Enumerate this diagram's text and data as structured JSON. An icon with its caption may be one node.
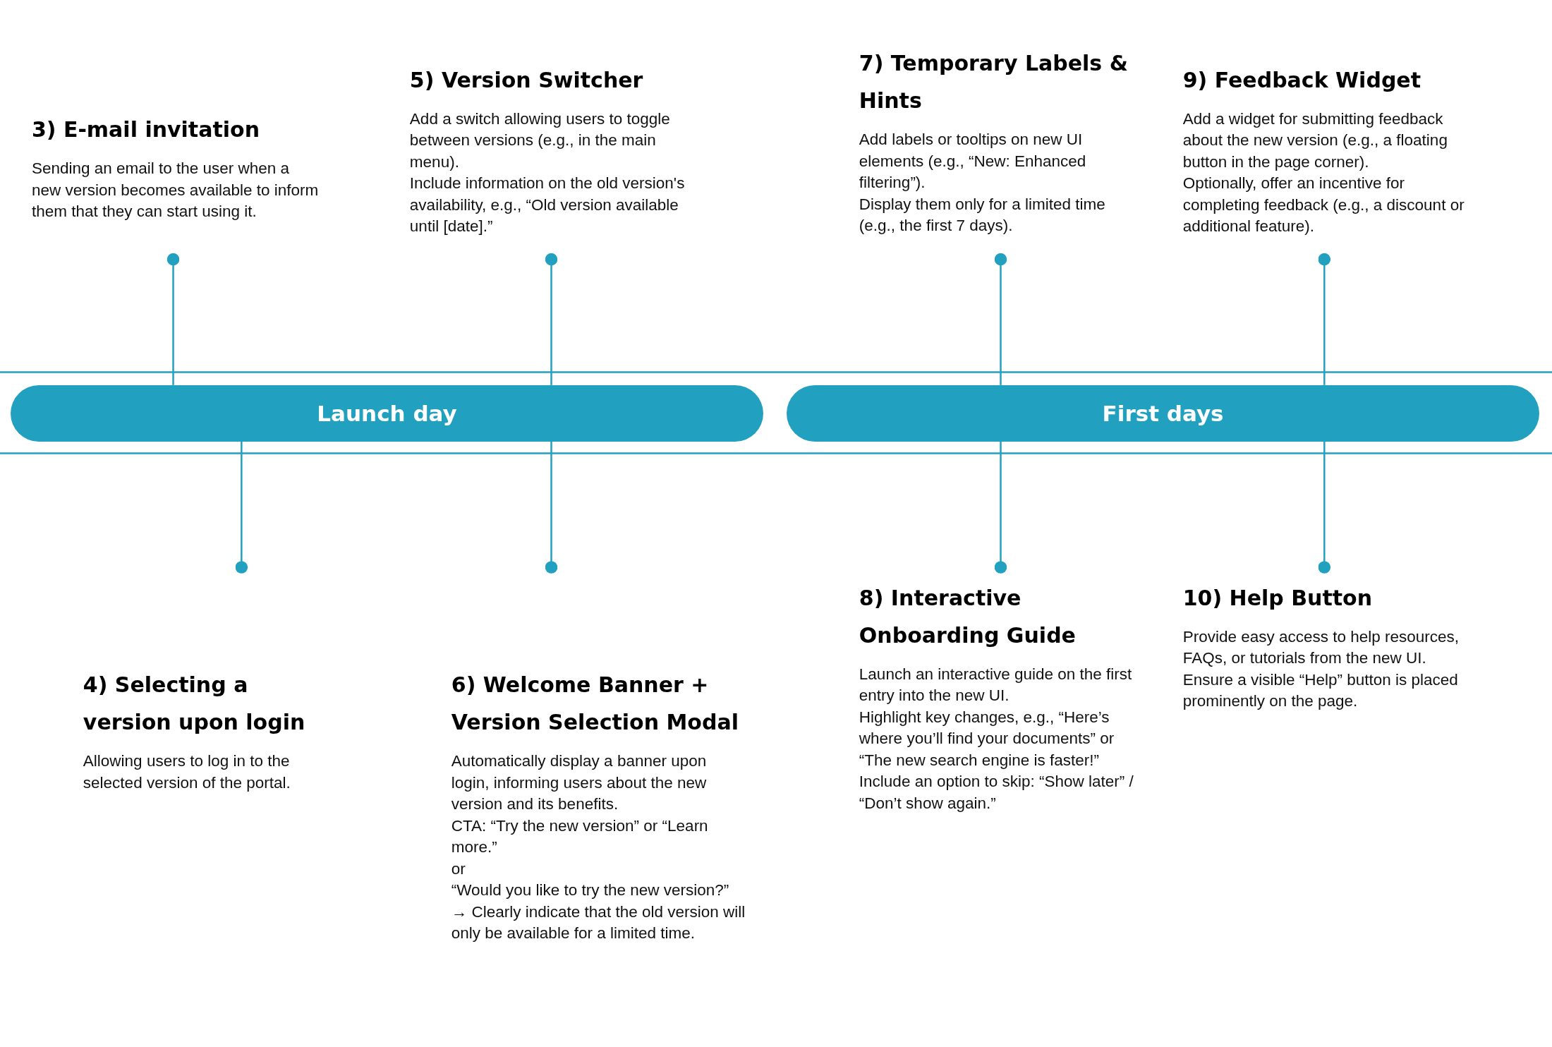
{
  "diagram": {
    "nodes": [
      {
        "text": [
          "3) E-mail invitation",
          "Sending an email to the user when a new version becomes available to inform them that they can start using it."
        ]
      },
      {
        "text": [
          "5) Version Switcher",
          "Add a switch allowing users to toggle between versions (e.g., in the main menu).",
          "Include information on the old version's availability, e.g., “Old version available until [date].”"
        ]
      },
      {
        "text": [
          "7) Temporary Labels & Hints",
          "Add labels or tooltips on new UI elements (e.g., “New: Enhanced filtering”).",
          "Display them only for a limited time (e.g., the first 7 days)."
        ]
      },
      {
        "text": [
          "9) Feedback Widget",
          "Add a widget for submitting feedback about the new version (e.g., a floating button in the page corner).",
          "Optionally, offer an incentive for completing feedback (e.g., a discount or additional feature)."
        ]
      },
      {
        "text": [
          "Launch day"
        ]
      },
      {
        "text": [
          "First days"
        ]
      },
      {
        "text": [
          "4) Selecting a version upon login",
          "Allowing users to log in to the selected version of the portal."
        ]
      },
      {
        "text": [
          "6) Welcome Banner + Version Selection Modal",
          "Automatically display a banner upon login, informing users about the new version and its benefits.",
          "CTA: “Try the new version” or “Learn more.”",
          "or",
          "“Would you like to try the new version?”",
          "→ Clearly indicate that the old version will only be available for a limited time."
        ]
      },
      {
        "text": [
          "8) Interactive Onboarding Guide",
          "Launch an interactive guide on the first entry into the new UI.",
          "Highlight key changes, e.g., “Here’s where you’ll find your documents” or “The new search engine is faster!”",
          "Include an option to skip: “Show later” / “Don’t show again.”"
        ]
      },
      {
        "text": [
          "10) Help Button",
          "Provide easy access to help resources, FAQs, or tutorials from the new UI.",
          "Ensure a visible “Help” button is placed prominently on the page."
        ]
      }
    ],
    "edges": [
      {
        "from": 0,
        "to": 4,
        "arrow": "other"
      },
      {
        "from": 1,
        "to": 4,
        "arrow": "other"
      },
      {
        "from": 2,
        "to": 5,
        "arrow": "other"
      },
      {
        "from": 3,
        "to": 5,
        "arrow": "other"
      },
      {
        "from": 6,
        "to": 4,
        "arrow": "other"
      },
      {
        "from": 7,
        "to": 4,
        "arrow": "other"
      },
      {
        "from": 8,
        "to": 5,
        "arrow": "other"
      },
      {
        "from": 9,
        "to": 5,
        "arrow": "other"
      }
    ]
  }
}
